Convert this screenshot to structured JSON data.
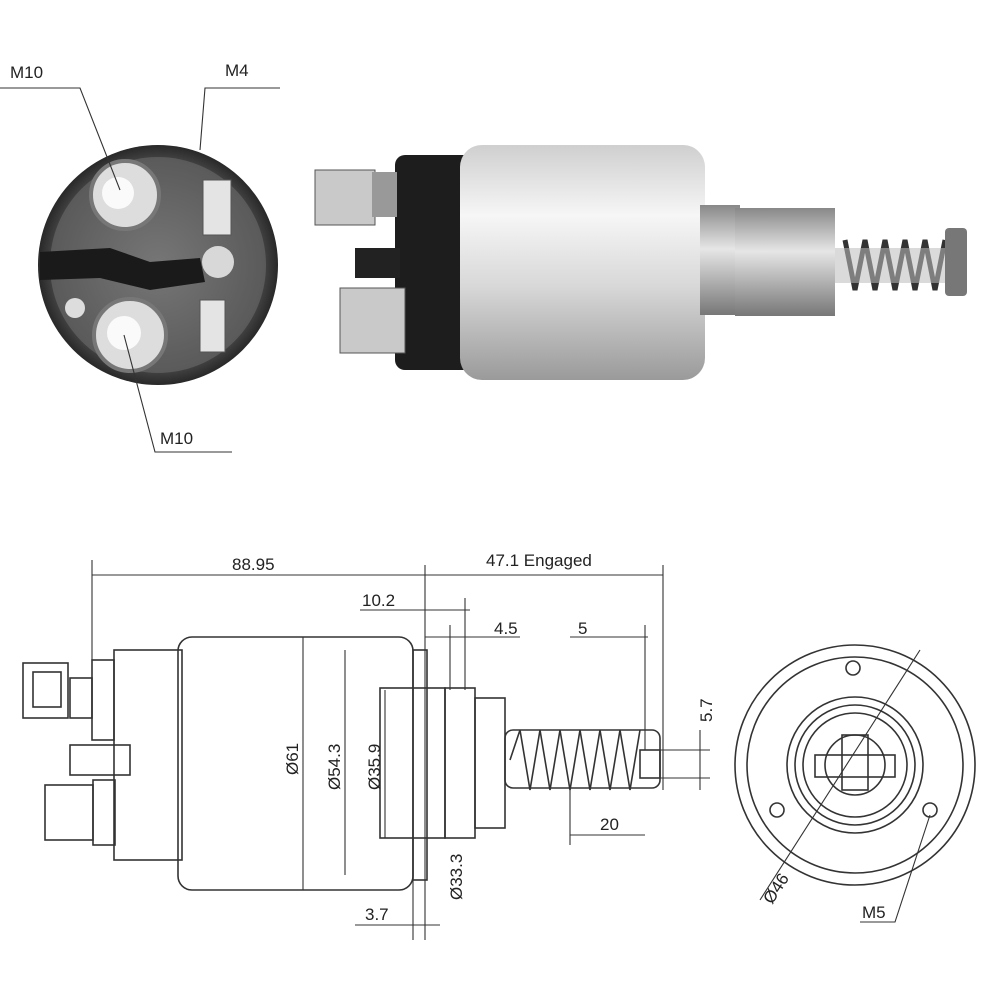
{
  "photo_end_view": {
    "labels": {
      "top_left_terminal": "M10",
      "control_terminal": "M4",
      "bottom_terminal": "M10"
    }
  },
  "drawing_side_view": {
    "dimensions": {
      "overall_length": "88.95",
      "engaged_stroke": "47.1 Engaged",
      "flange_offset": "10.2",
      "collar_width": "4.5",
      "tip_length": "5",
      "tip_height": "5.7",
      "spring_length": "20",
      "body_diameter": "Ø61",
      "inner_diameter_1": "Ø54.3",
      "inner_diameter_2": "Ø35.9",
      "collar_diameter": "Ø33.3",
      "flange_thickness": "3.7"
    }
  },
  "drawing_end_view": {
    "dimensions": {
      "bolt_circle": "Ø46",
      "mount_thread": "M5"
    }
  }
}
